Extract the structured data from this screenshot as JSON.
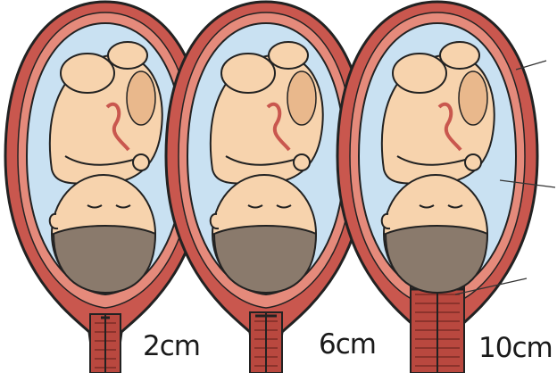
{
  "stages": [
    {
      "dilation_label": "2cm"
    },
    {
      "dilation_label": "6cm"
    },
    {
      "dilation_label": "10cm"
    }
  ],
  "colors": {
    "uterus_wall": "#c9574e",
    "uterus_wall_light": "#e58a7b",
    "amniotic_fluid": "#c9e1f2",
    "fetus_skin": "#f7d3ad",
    "fetus_skin_shadow": "#e9b88c",
    "hair": "#8a7a6c",
    "cervix": "#b9483f",
    "outline": "#222222"
  }
}
